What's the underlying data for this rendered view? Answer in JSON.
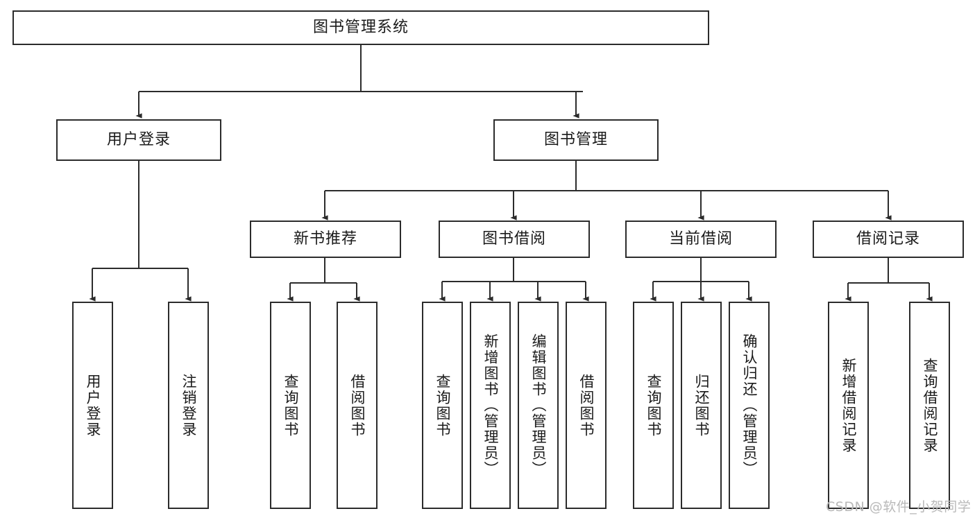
{
  "diagram": {
    "type": "tree",
    "title": "图书管理系统",
    "style": {
      "background": "#ffffff",
      "box_border": "#2b2b2b",
      "box_fill": "#ffffff",
      "edge_color": "#2b2b2b",
      "text_color": "#1a1a1a",
      "watermark_color": "#b9b9b9"
    },
    "root": {
      "label": "图书管理系统"
    },
    "level2": [
      {
        "label": "用户登录"
      },
      {
        "label": "图书管理"
      }
    ],
    "level3": [
      {
        "label": "新书推荐"
      },
      {
        "label": "图书借阅"
      },
      {
        "label": "当前借阅"
      },
      {
        "label": "借阅记录"
      }
    ],
    "leaves": {
      "user_login": [
        {
          "label": "用户登录"
        },
        {
          "label": "注销登录"
        }
      ],
      "new_book_recommend": [
        {
          "label": "查询图书"
        },
        {
          "label": "借阅图书"
        }
      ],
      "book_borrow": [
        {
          "label": "查询图书"
        },
        {
          "label": "新增图书（管理员）"
        },
        {
          "label": "编辑图书（管理员）"
        },
        {
          "label": "借阅图书"
        }
      ],
      "current_borrow": [
        {
          "label": "查询图书"
        },
        {
          "label": "归还图书"
        },
        {
          "label": "确认归还（管理员）"
        }
      ],
      "borrow_record": [
        {
          "label": "新增借阅记录"
        },
        {
          "label": "查询借阅记录"
        }
      ]
    }
  },
  "watermark": {
    "text": "CSDN @软件_小贺同学"
  }
}
